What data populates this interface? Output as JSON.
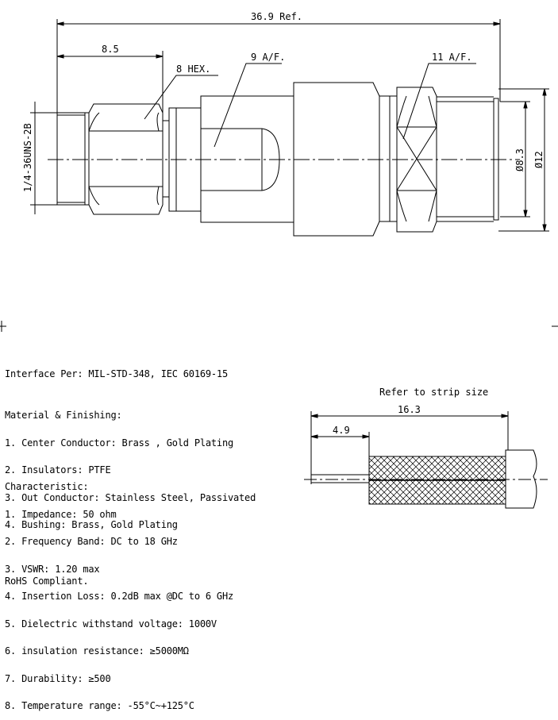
{
  "drawing": {
    "overall_length": "36.9 Ref.",
    "hex_length": "8.5",
    "hex_label": "8 HEX.",
    "af9_label": "9 A/F.",
    "af11_label": "11 A/F.",
    "thread_label": "1/4-36UNS-2B",
    "dia_small": "Ø8.3",
    "dia_large": "Ø12"
  },
  "strip": {
    "title": "Refer to strip size",
    "total": "16.3",
    "pin": "4.9"
  },
  "notes": {
    "interface": "Interface Per: MIL-STD-348, IEC 60169-15",
    "material_title": "Material & Finishing:",
    "material": [
      "1. Center Conductor: Brass , Gold Plating",
      "2. Insulators: PTFE",
      "3. Out Conductor: Stainless Steel, Passivated",
      "4. Bushing: Brass, Gold Plating"
    ],
    "char_title": "Characteristic:",
    "characteristics": [
      "1. Impedance: 50 ohm",
      "2. Frequency Band: DC to 18 GHz",
      "3. VSWR: 1.20 max",
      "4. Insertion Loss: 0.2dB max @DC to 6 GHz",
      "5. Dielectric withstand voltage: 1000V",
      "6. insulation resistance: ≥5000MΩ",
      "7. Durability: ≥500",
      "8. Temperature range: -55°C~+125°C"
    ],
    "rohs": "RoHS Compliant."
  }
}
